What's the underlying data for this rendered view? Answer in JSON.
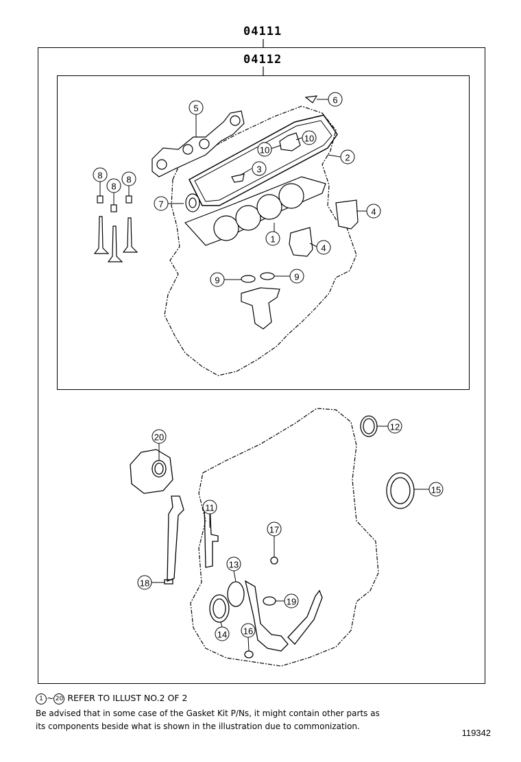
{
  "kits": {
    "outer": "04111",
    "inner": "04112"
  },
  "callouts": [
    "1",
    "2",
    "3",
    "4",
    "4",
    "5",
    "6",
    "7",
    "8",
    "8",
    "8",
    "9",
    "9",
    "10",
    "10",
    "11",
    "12",
    "13",
    "14",
    "15",
    "16",
    "17",
    "18",
    "19",
    "20"
  ],
  "reference": {
    "from": "1",
    "to": "20",
    "separator": "~",
    "text": "REFER TO ILLUST NO.2 OF 2"
  },
  "note": {
    "line1": "Be advised that in some case of the Gasket Kit P/Ns,  it might contain other parts as",
    "line2": "its components beside what is shown in the illustration due to commonization."
  },
  "illustration_id": "119342"
}
